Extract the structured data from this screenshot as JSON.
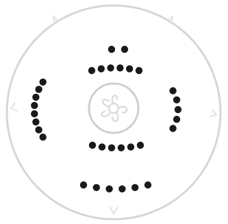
{
  "diagram": {
    "colors": {
      "background": "#ffffff",
      "outer_ring": "#d6d6d6",
      "inner_ring": "#cfcfcf",
      "nucleus": "#d9d9d9",
      "electron": "#1a1a1a"
    },
    "shells": [
      {
        "name": "top-shell",
        "electrons": 2
      },
      {
        "name": "upper-shell",
        "electrons": 6
      },
      {
        "name": "left-shell",
        "electrons": 8
      },
      {
        "name": "right-shell",
        "electrons": 5
      },
      {
        "name": "lower-shell",
        "electrons": 6
      },
      {
        "name": "bottom-shell",
        "electrons": 6
      }
    ]
  }
}
